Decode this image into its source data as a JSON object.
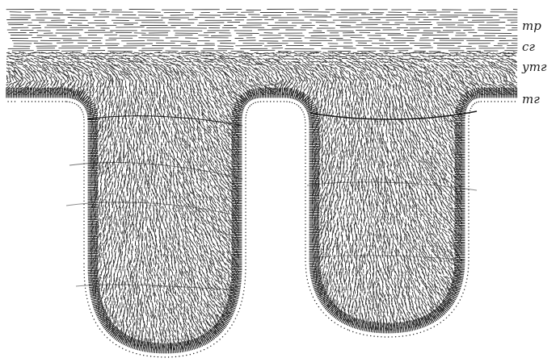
{
  "figure": {
    "ink_color": "#1a1a1a",
    "background": "#ffffff"
  },
  "labels": {
    "tr": "тр",
    "sg": "сг",
    "utg": "утг",
    "tg": "тг"
  }
}
